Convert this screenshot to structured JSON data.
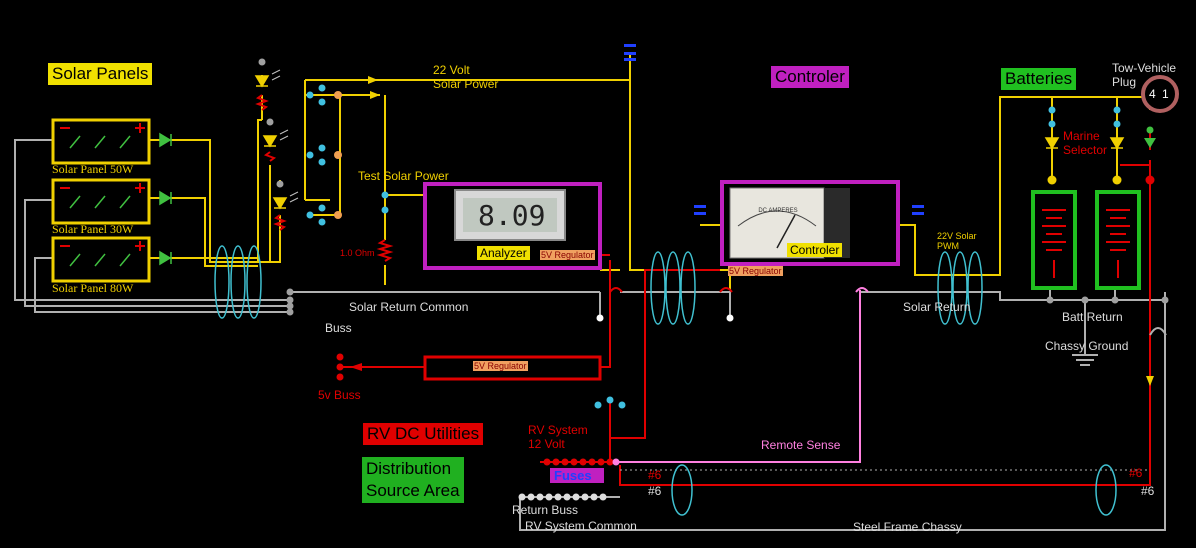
{
  "sections": {
    "solar_panels": "Solar Panels",
    "controler": "Controler",
    "batteries": "Batteries",
    "rv_dc_utilities": "RV DC Utilities",
    "distribution_line1": "Distribution",
    "distribution_line2": "Source Area"
  },
  "panels": [
    {
      "label": "Solar Panel 50W"
    },
    {
      "label": "Solar Panel 30W"
    },
    {
      "label": "Solar Panel 80W"
    }
  ],
  "labels": {
    "solar_power_line1": "22 Volt",
    "solar_power_line2": "Solar Power",
    "test_solar_power": "Test Solar Power",
    "one_ohm": "1.0 Ohm",
    "analyzer_reading": "8.09",
    "analyzer": "Analyzer",
    "regulator_5v": "5V Regulator",
    "controler_device": "Controler",
    "meter_face": "DC AMPERES",
    "pwm_line1": "22V Solar",
    "pwm_line2": "PWM",
    "solar_return_common": "Solar Return Common",
    "buss": "Buss",
    "solar_return": "Solar Return",
    "batt_return": "Batt Return",
    "chassy_ground": "Chassy Ground",
    "marine_line1": "Marine",
    "marine_line2": "Selector",
    "tow_vehicle_line1": "Tow-Vehicle",
    "tow_vehicle_line2": "Plug",
    "plug_pin_a": "4",
    "plug_pin_b": "1",
    "five_v_buss": "5v Buss",
    "rv_system_line1": "RV System",
    "rv_system_line2": "12 Volt",
    "remote_sense": "Remote Sense",
    "fuses": "Fuses",
    "gauge_6": "#6",
    "return_buss": "Return Buss",
    "rv_system_common": "RV System Common",
    "steel_frame_chassy": "Steel Frame Chassy"
  },
  "colors": {
    "background": "#000000",
    "solar_wire": "#f0d000",
    "return_wire": "#b0b0b0",
    "system_wire": "#e00000",
    "sense_wire": "#ff80e0",
    "controller_box": "#c020c0",
    "battery_box": "#20c020",
    "coupler": "#40c0d0"
  }
}
